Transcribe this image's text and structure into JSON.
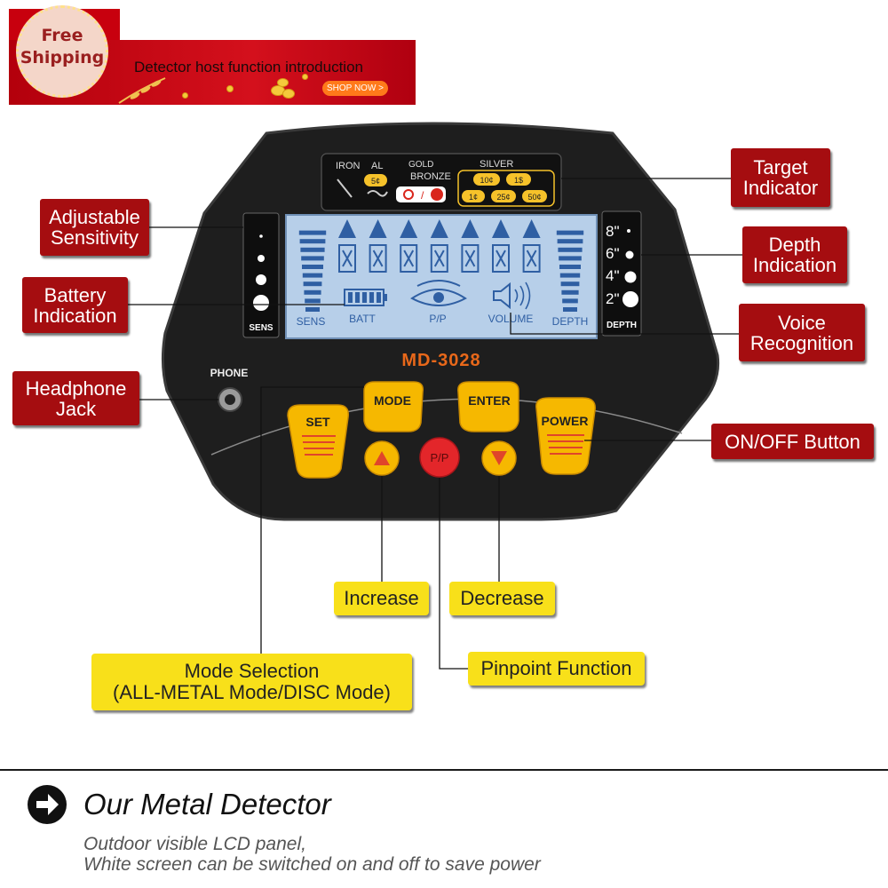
{
  "banner": {
    "seal_line1": "Free",
    "seal_line2": "Shipping",
    "title": "Detector host function introduction",
    "shop_button": "SHOP NOW >"
  },
  "device": {
    "model": "MD-3028",
    "phone_label": "PHONE",
    "target_scale": {
      "iron": "IRON",
      "al": "AL",
      "gold": "GOLD",
      "bronze": "BRONZE",
      "silver": "SILVER",
      "coins": [
        "5¢",
        "10¢",
        "1$",
        "1¢",
        "25¢",
        "50¢"
      ]
    },
    "lcd": {
      "sens": "SENS",
      "batt": "BATT",
      "pp": "P/P",
      "volume": "VOLUME",
      "depth": "DEPTH"
    },
    "sens_strip_label": "SENS",
    "depth_strip": {
      "label": "DEPTH",
      "marks": [
        "8\"",
        "6\"",
        "4\"",
        "2\""
      ]
    },
    "buttons": {
      "set": "SET",
      "mode": "MODE",
      "enter": "ENTER",
      "power": "POWER",
      "pp": "P/P"
    }
  },
  "callouts": {
    "target_indicator": "Target Indicator",
    "adjustable_sensitivity": "Adjustable Sensitivity",
    "depth_indication": "Depth Indication",
    "battery_indication": "Battery Indication",
    "voice_recognition": "Voice Recognition",
    "headphone_jack": "Headphone Jack",
    "onoff_button": "ON/OFF Button",
    "increase": "Increase",
    "decrease": "Decrease",
    "mode_selection_1": "Mode Selection",
    "mode_selection_2": "(ALL-METAL Mode/DISC Mode)",
    "pinpoint_function": "Pinpoint Function"
  },
  "footer": {
    "title": "Our Metal Detector",
    "line1": "Outdoor visible LCD panel,",
    "line2": "White screen can be switched on and off to save power"
  },
  "colors": {
    "banner_red": "#c8000e",
    "callout_red": "#a50d10",
    "callout_yellow": "#f8e01a",
    "button_yellow": "#f6b800",
    "lcd_blue": "#b7cfe9",
    "segment_blue": "#2f5fa3",
    "model_orange": "#e8681a"
  }
}
